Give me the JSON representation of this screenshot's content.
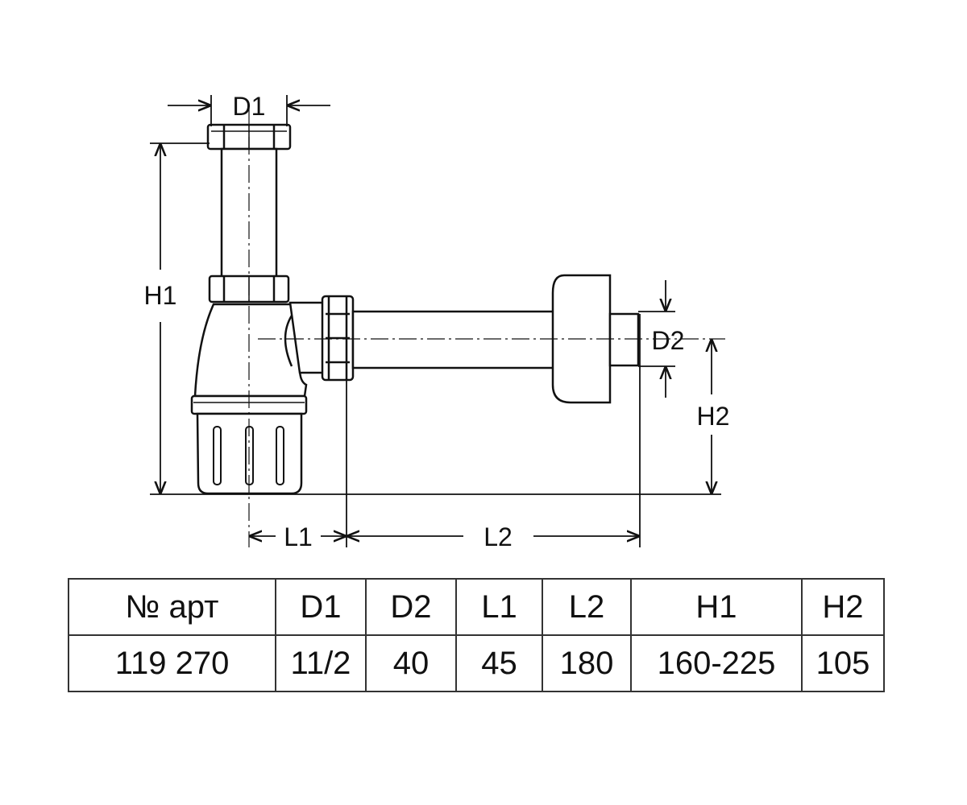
{
  "drawing": {
    "labels": {
      "d1": "D1",
      "d2": "D2",
      "h1": "H1",
      "h2": "H2",
      "l1": "L1",
      "l2": "L2"
    }
  },
  "spec_table": {
    "headers": [
      "№ арт",
      "D1",
      "D2",
      "L1",
      "L2",
      "H1",
      "H2"
    ],
    "values": [
      "119 270",
      "11/2",
      "40",
      "45",
      "180",
      "160-225",
      "105"
    ]
  }
}
